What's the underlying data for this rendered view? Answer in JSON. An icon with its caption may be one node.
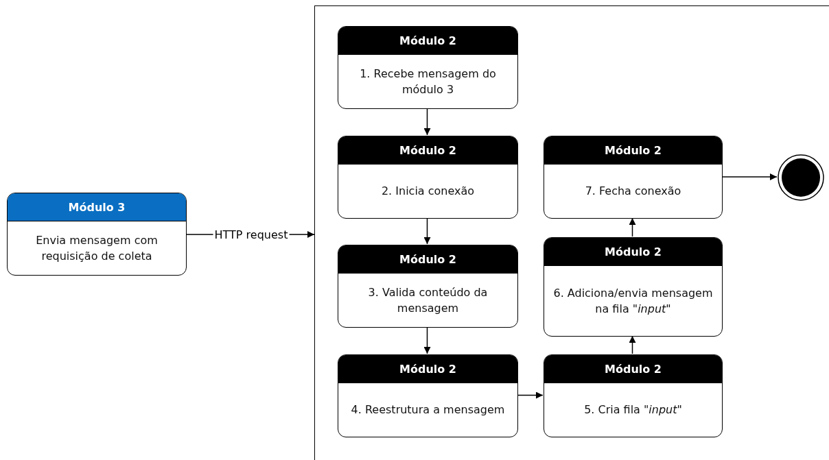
{
  "diagram": {
    "nodes": [
      {
        "text": [
          "Módulo 3",
          "Envia mensagem com requisição de coleta"
        ]
      },
      {
        "text": [],
        "shape": "box"
      },
      {
        "text": [
          "Módulo 2",
          "1. Recebe mensagem do módulo 3"
        ],
        "in": 1
      },
      {
        "text": [
          "Módulo 2",
          "2. Inicia conexão"
        ],
        "in": 1
      },
      {
        "text": [
          "Módulo 2",
          "3. Valida conteúdo da mensagem"
        ],
        "in": 1
      },
      {
        "text": [
          "Módulo 2",
          "4. Reestrutura a mensagem"
        ],
        "in": 1
      },
      {
        "text": [
          "Módulo 2",
          "5. Cria fila \"*input*\""
        ],
        "in": 1
      },
      {
        "text": [
          "Módulo 2",
          "6. Adiciona/envia mensagem na fila \"*input*\""
        ],
        "in": 1
      },
      {
        "text": [
          "Módulo 2",
          "7. Fecha conexão"
        ],
        "in": 1
      },
      {
        "text": [],
        "shape": "circle",
        "in": 1
      }
    ],
    "edges": [
      {
        "from": 0,
        "to": 1,
        "arrow": "to",
        "label": "HTTP request"
      },
      {
        "from": 2,
        "to": 3,
        "arrow": "to"
      },
      {
        "from": 3,
        "to": 4,
        "arrow": "to"
      },
      {
        "from": 4,
        "to": 5,
        "arrow": "to"
      },
      {
        "from": 5,
        "to": 6,
        "arrow": "to"
      },
      {
        "from": 6,
        "to": 7,
        "arrow": "to"
      },
      {
        "from": 7,
        "to": 8,
        "arrow": "to"
      },
      {
        "from": 8,
        "to": 9,
        "arrow": "to"
      }
    ]
  }
}
